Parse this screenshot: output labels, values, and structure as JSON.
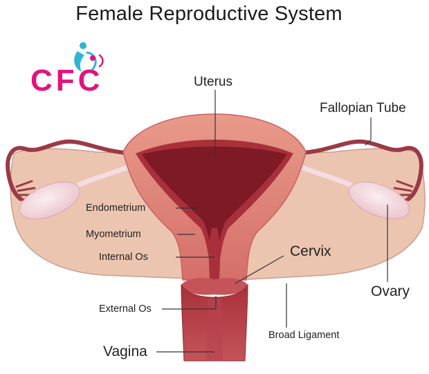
{
  "title": "Female Reproductive System",
  "logo": {
    "text": "CFC",
    "accent": "#e3127f",
    "figure_color": "#2fb4d6"
  },
  "labels": {
    "uterus": "Uterus",
    "fallopian_tube": "Fallopian Tube",
    "endometrium": "Endometrium",
    "myometrium": "Myometrium",
    "internal_os": "Internal Os",
    "cervix": "Cervix",
    "ovary": "Ovary",
    "external_os": "External Os",
    "broad_ligament": "Broad Ligament",
    "vagina": "Vagina"
  },
  "colors": {
    "ligament": "#ecc5b0",
    "ligament_edge": "#c79e8e",
    "myometrium": "#d46e6b",
    "endometrium": "#a8303a",
    "cavity": "#7e1a26",
    "tube": "#9b3a46",
    "ovary": "#f0d6dc"
  }
}
